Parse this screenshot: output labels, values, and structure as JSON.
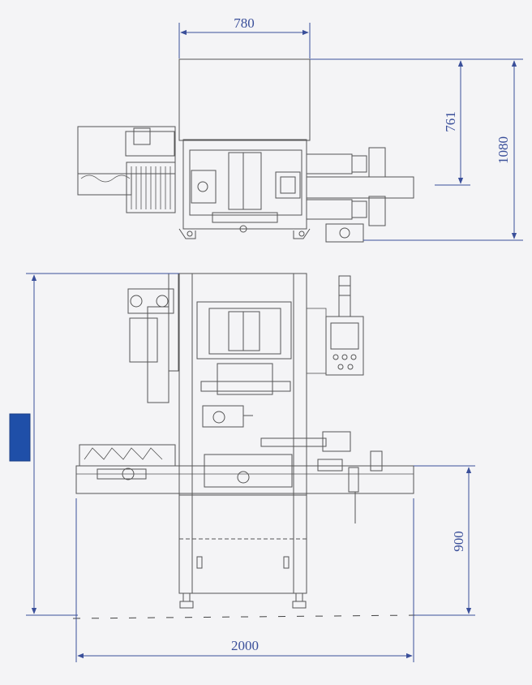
{
  "dimensions": {
    "top_width": "780",
    "top_depth_inner": "761",
    "top_depth_outer": "1080",
    "front_height": "",
    "front_table_height": "900",
    "front_total_width": "2000"
  },
  "colors": {
    "dimension_line": "#3a4f9a",
    "machine_line": "#555555",
    "height_badge": "#1f4fa8",
    "background": "#f4f4f6"
  }
}
